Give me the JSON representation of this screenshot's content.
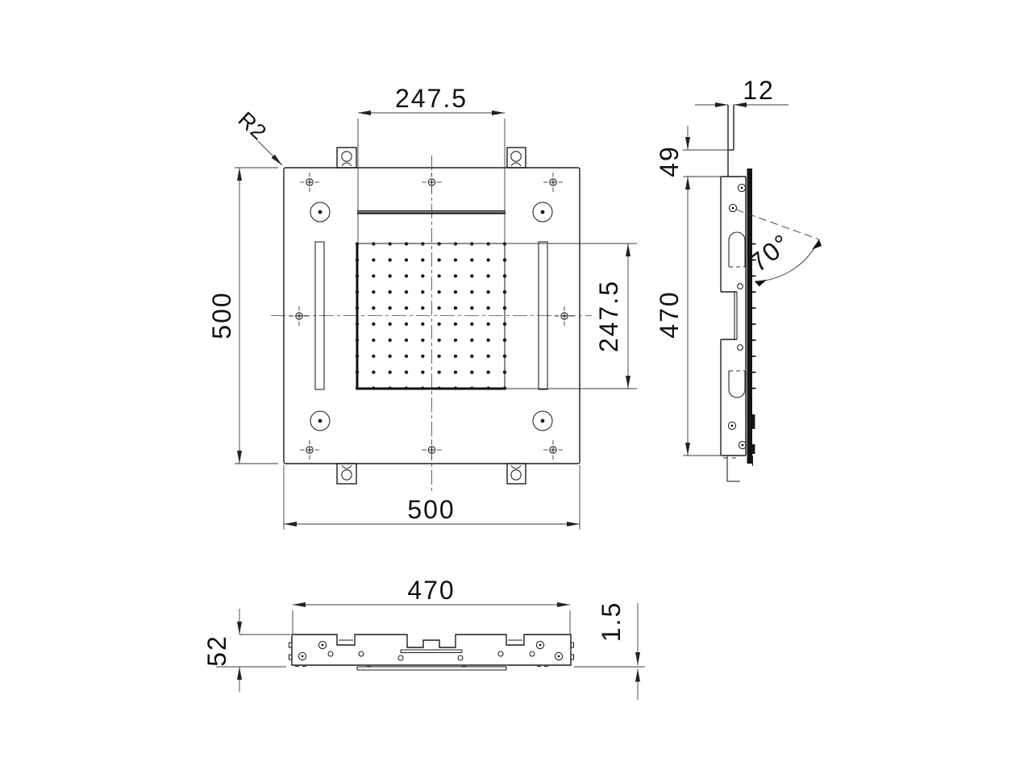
{
  "drawing": {
    "type": "engineering-drawing",
    "background": "#ffffff",
    "line_color": "#1c1c1c",
    "dim_color": "#3a3a3a"
  },
  "views": {
    "front": {
      "name": "front-plan-view",
      "dims": {
        "grille_width": "247.5",
        "grille_height": "247.5",
        "plate_width": "500",
        "plate_height": "500",
        "corner_radius": "R2"
      },
      "nozzle_grid": {
        "rows": 10,
        "cols": 10
      }
    },
    "side": {
      "name": "side-section-view",
      "dims": {
        "rod_width": "12",
        "bracket_offset": "49",
        "bracket_height": "470",
        "spray_angle": "70°"
      },
      "tick_rows": 10
    },
    "bottom": {
      "name": "bottom-edge-view",
      "dims": {
        "body_width": "470",
        "body_height": "52",
        "panel_thickness": "1.5"
      }
    }
  }
}
